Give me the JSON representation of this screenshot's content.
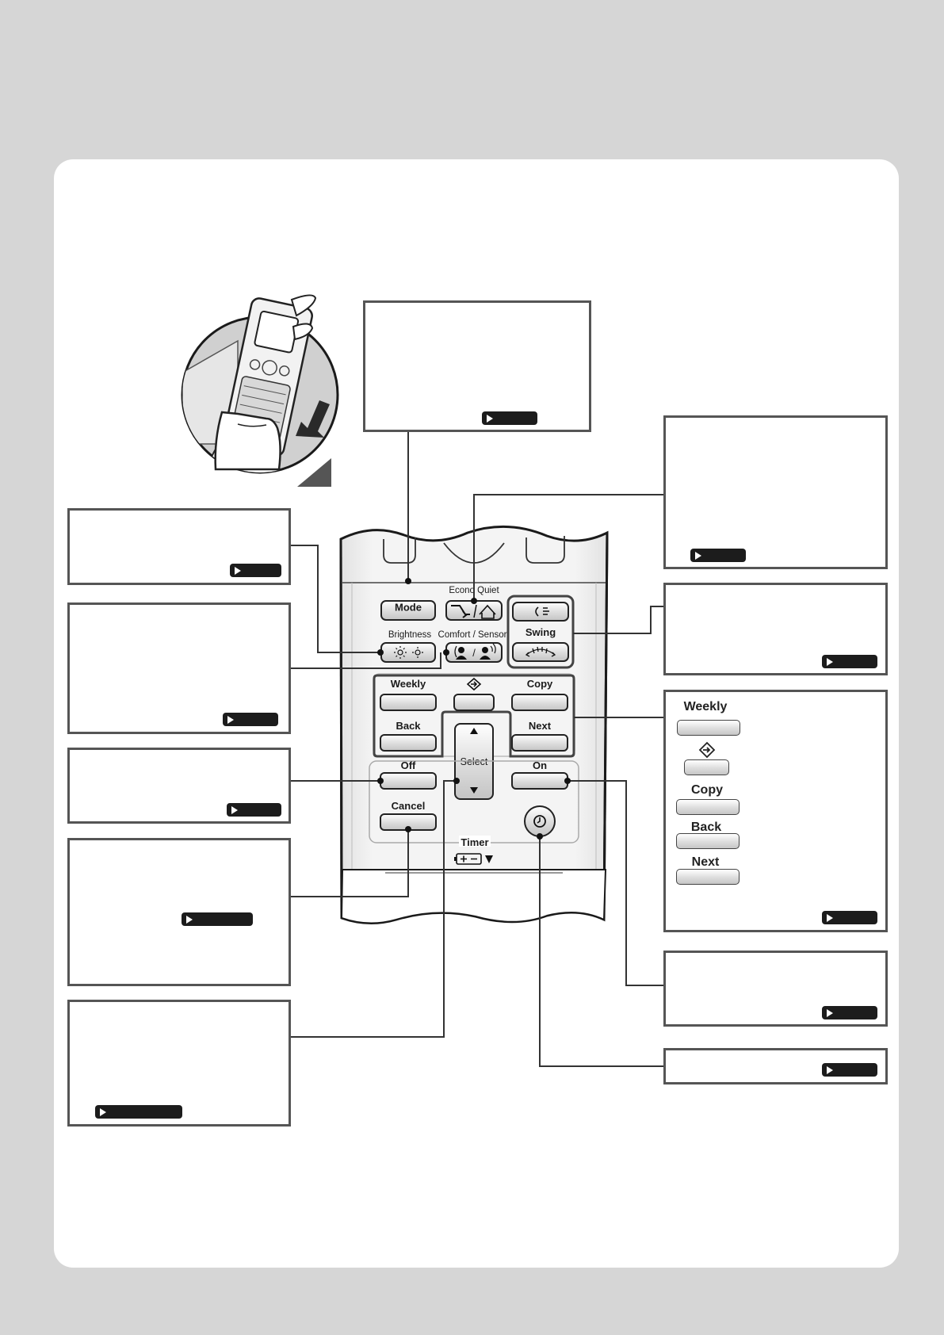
{
  "remote": {
    "buttons": {
      "mode": "Mode",
      "weekly": "Weekly",
      "copy": "Copy",
      "back": "Back",
      "next": "Next",
      "off": "Off",
      "on": "On",
      "cancel": "Cancel",
      "select": "Select",
      "swing": "Swing"
    },
    "labels": {
      "econo_quiet": "Econo Quiet",
      "brightness": "Brightness",
      "comfort_sensor": "Comfort / Sensor",
      "timer": "Timer"
    }
  },
  "weekly_panel": {
    "weekly": "Weekly",
    "copy": "Copy",
    "back": "Back",
    "next": "Next"
  },
  "icons": {
    "mode": "none",
    "econo": "econo-icon",
    "quiet": "outdoor-quiet-icon",
    "brightness": "brightness-icon",
    "comfort": "comfort-airflow-icon",
    "sensor": "sensor-icon",
    "power_airflow": "powerful-airflow-icon",
    "swing": "swing-icon",
    "program": "program-enter-icon",
    "clock": "clock-icon",
    "battery": "battery-icon",
    "press_arrow": "press-arrow-icon",
    "reference": "page-reference-arrow-icon"
  },
  "colors": {
    "page_bg": "#d6d6d6",
    "card_bg": "#ffffff",
    "callout_border": "#555555",
    "reference_badge": "#1c1c1c",
    "leader_line": "#333333"
  }
}
